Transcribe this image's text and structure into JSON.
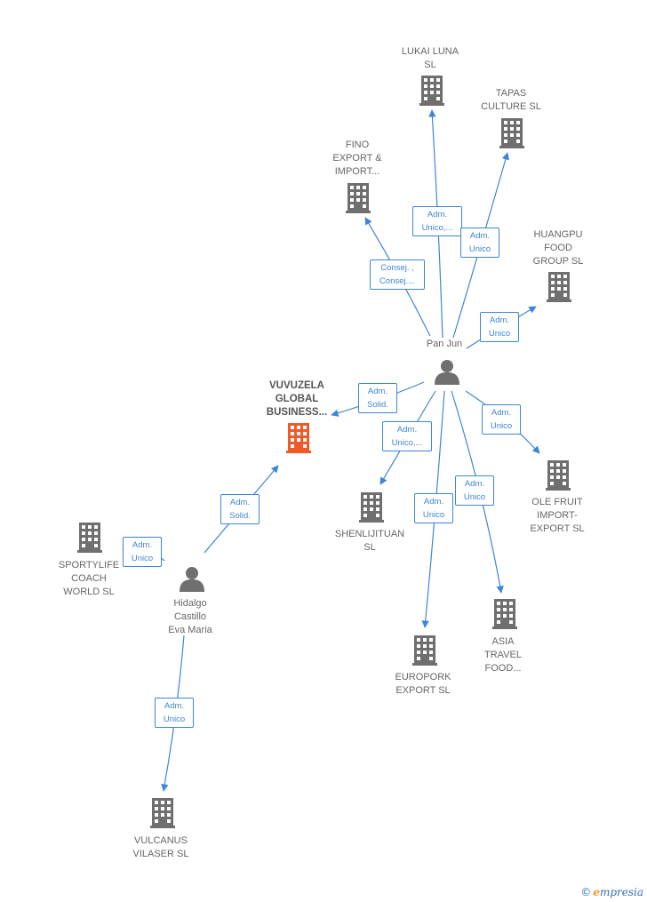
{
  "colors": {
    "edge": "#3d85d6",
    "company": "#6f6f6f",
    "highlight": "#f05a28",
    "person": "#6f6f6f"
  },
  "persons": [
    {
      "id": "panjun",
      "label": "Pan Jun"
    },
    {
      "id": "hidalgo",
      "label": "Hidalgo\nCastillo\nEva Maria"
    }
  ],
  "companies": [
    {
      "id": "lukai",
      "label": "LUKAI LUNA\nSL",
      "icon": "building-icon"
    },
    {
      "id": "tapas",
      "label": "TAPAS\nCULTURE SL",
      "icon": "building-icon"
    },
    {
      "id": "fino",
      "label": "FINO\nEXPORT &\nIMPORT...",
      "icon": "building-icon"
    },
    {
      "id": "huangpu",
      "label": "HUANGPU\nFOOD\nGROUP SL",
      "icon": "building-icon"
    },
    {
      "id": "vuvuzela",
      "label": "VUVUZELA\nGLOBAL\nBUSINESS...",
      "icon": "building-icon",
      "highlight": true
    },
    {
      "id": "olefruit",
      "label": "OLE FRUIT\nIMPORT-\nEXPORT SL",
      "icon": "building-icon"
    },
    {
      "id": "shenli",
      "label": "SHENLIJITUAN\nSL",
      "icon": "building-icon"
    },
    {
      "id": "sportylife",
      "label": "SPORTYLIFE\nCOACH\nWORLD SL",
      "icon": "building-icon"
    },
    {
      "id": "asia",
      "label": "ASIA\nTRAVEL\nFOOD...",
      "icon": "building-icon"
    },
    {
      "id": "europork",
      "label": "EUROPORK\nEXPORT SL",
      "icon": "building-icon"
    },
    {
      "id": "vulcanus",
      "label": "VULCANUS\nVILASER SL",
      "icon": "building-icon"
    }
  ],
  "edges": [
    {
      "from": "panjun",
      "to": "lukai",
      "label": "Adm.\nUnico,..."
    },
    {
      "from": "panjun",
      "to": "tapas",
      "label": "Adm.\nUnico"
    },
    {
      "from": "panjun",
      "to": "fino",
      "label": "Consej. ,\nConsej...."
    },
    {
      "from": "panjun",
      "to": "huangpu",
      "label": "Adm.\nUnico"
    },
    {
      "from": "panjun",
      "to": "vuvuzela",
      "label": "Adm.\nSolid."
    },
    {
      "from": "panjun",
      "to": "olefruit",
      "label": "Adm.\nUnico"
    },
    {
      "from": "panjun",
      "to": "shenli",
      "label": "Adm.\nUnico,..."
    },
    {
      "from": "panjun",
      "to": "asia",
      "label": "Adm.\nUnico"
    },
    {
      "from": "panjun",
      "to": "europork",
      "label": "Adm.\nUnico"
    },
    {
      "from": "hidalgo",
      "to": "vuvuzela",
      "label": "Adm.\nSolid."
    },
    {
      "from": "hidalgo",
      "to": "sportylife",
      "label": "Adm.\nUnico"
    },
    {
      "from": "hidalgo",
      "to": "vulcanus",
      "label": "Adm.\nUnico"
    }
  ],
  "brand": {
    "copyright": "©",
    "name_initial": "e",
    "name_rest": "mpresia"
  }
}
